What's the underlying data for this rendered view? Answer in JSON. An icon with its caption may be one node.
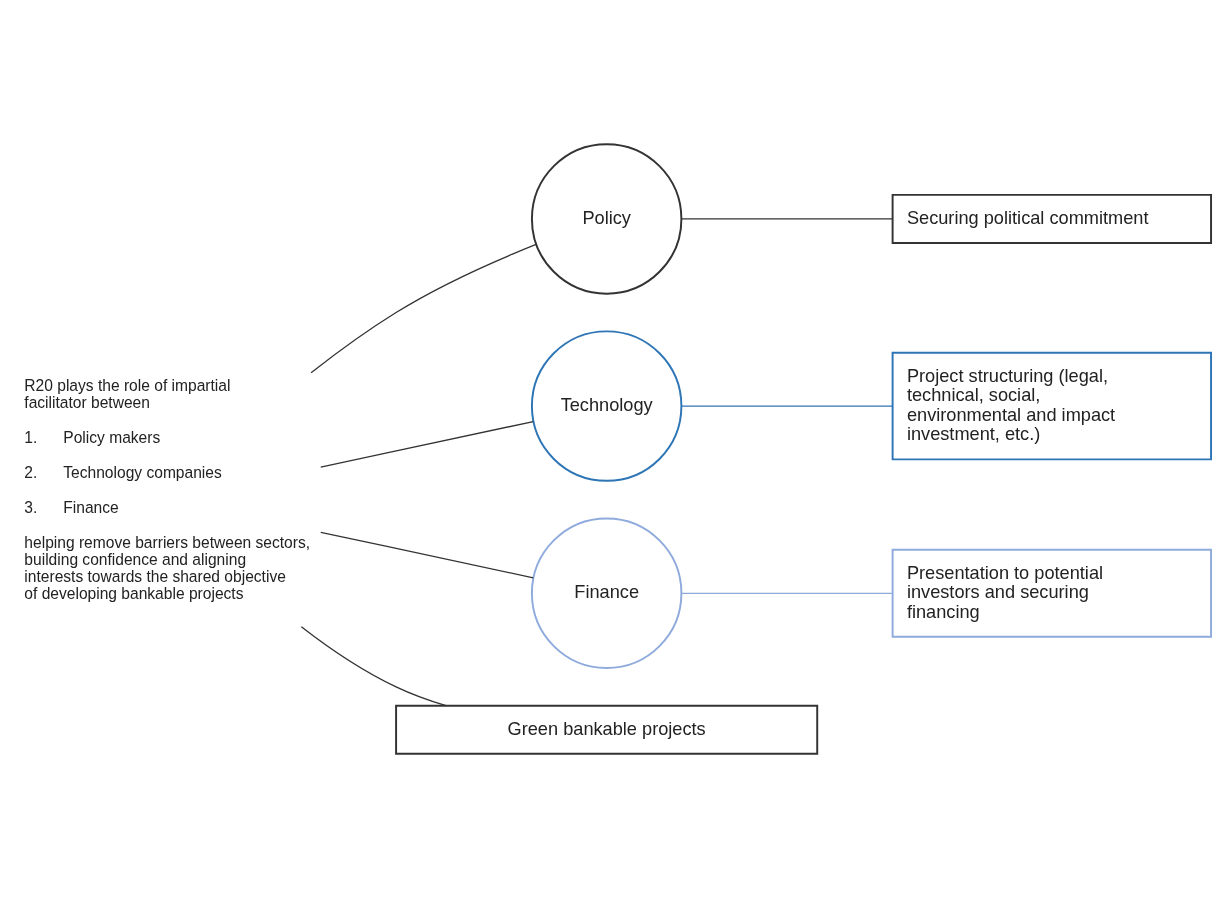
{
  "diagram": {
    "nodes": [
      {
        "text": [
          "R20 plays the role of impartial facilitator between",
          "1.      Policy makers",
          "2.      Technology companies",
          "3.      Finance",
          "helping remove barriers between sectors, building confidence and aligning interests towards the shared objective of developing bankable projects"
        ]
      },
      {
        "text": [
          "Policy"
        ]
      },
      {
        "text": [
          "Securing political commitment"
        ]
      },
      {
        "text": [
          "Technology"
        ]
      },
      {
        "text": [
          "Project structuring (legal, technical, social, environmental and impact investment, etc.)"
        ]
      },
      {
        "text": [
          "Finance"
        ]
      },
      {
        "text": [
          "Presentation to potential investors and securing financing"
        ]
      },
      {
        "text": [
          "Green bankable projects"
        ]
      }
    ],
    "edges": [
      {
        "from": 0,
        "to": 1,
        "arrow": "none"
      },
      {
        "from": 0,
        "to": 3,
        "arrow": "none"
      },
      {
        "from": 0,
        "to": 5,
        "arrow": "none"
      },
      {
        "from": 1,
        "to": 2,
        "arrow": "none"
      },
      {
        "from": 3,
        "to": 4,
        "arrow": "none",
        "color": "#2e75b6"
      },
      {
        "from": 5,
        "to": 6,
        "arrow": "none",
        "color": "#8faadc"
      },
      {
        "from": 0,
        "to": 7,
        "arrow": "none"
      }
    ]
  }
}
